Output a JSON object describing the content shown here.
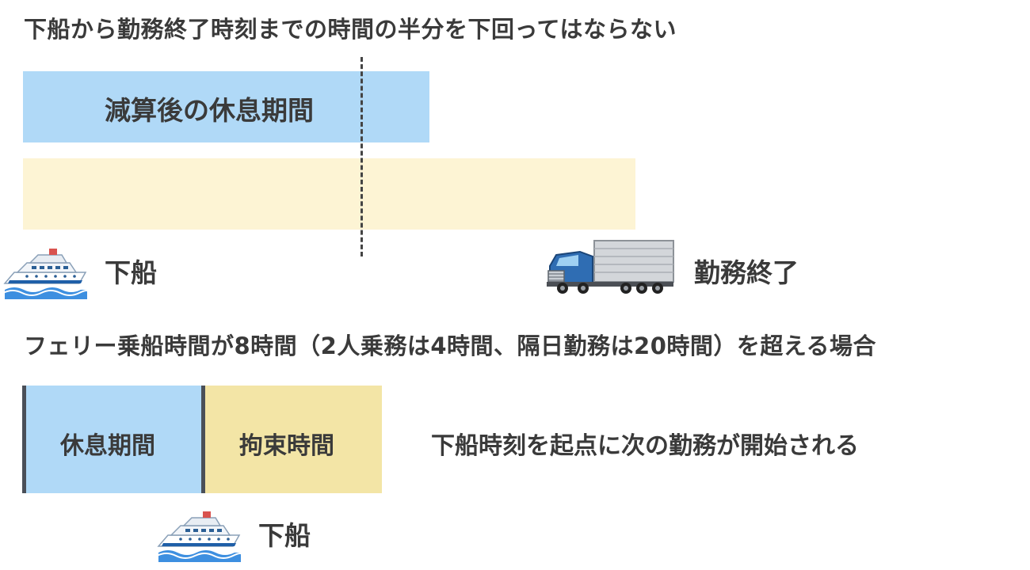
{
  "section1": {
    "title": "下船から勤務終了時刻までの時間の半分を下回ってはならない",
    "blue_bar_label": "減算後の休息期間",
    "ship_label": "下船",
    "truck_label": "勤務終了"
  },
  "section2": {
    "title": "フェリー乗船時間が8時間（2人乗務は4時間、隔日勤務は20時間）を超える場合",
    "rest_label": "休息期間",
    "restraint_label": "拘束時間",
    "note": "下船時刻を起点に次の勤務が開始される",
    "ship_label": "下船"
  },
  "colors": {
    "rest_blue": "#b0d9f7",
    "cream": "#fdf4d4",
    "restraint_gold": "#f3e5a6",
    "text": "#3a3a3a"
  },
  "icons": {
    "ship": "ferry-ship-icon",
    "truck": "truck-icon"
  }
}
